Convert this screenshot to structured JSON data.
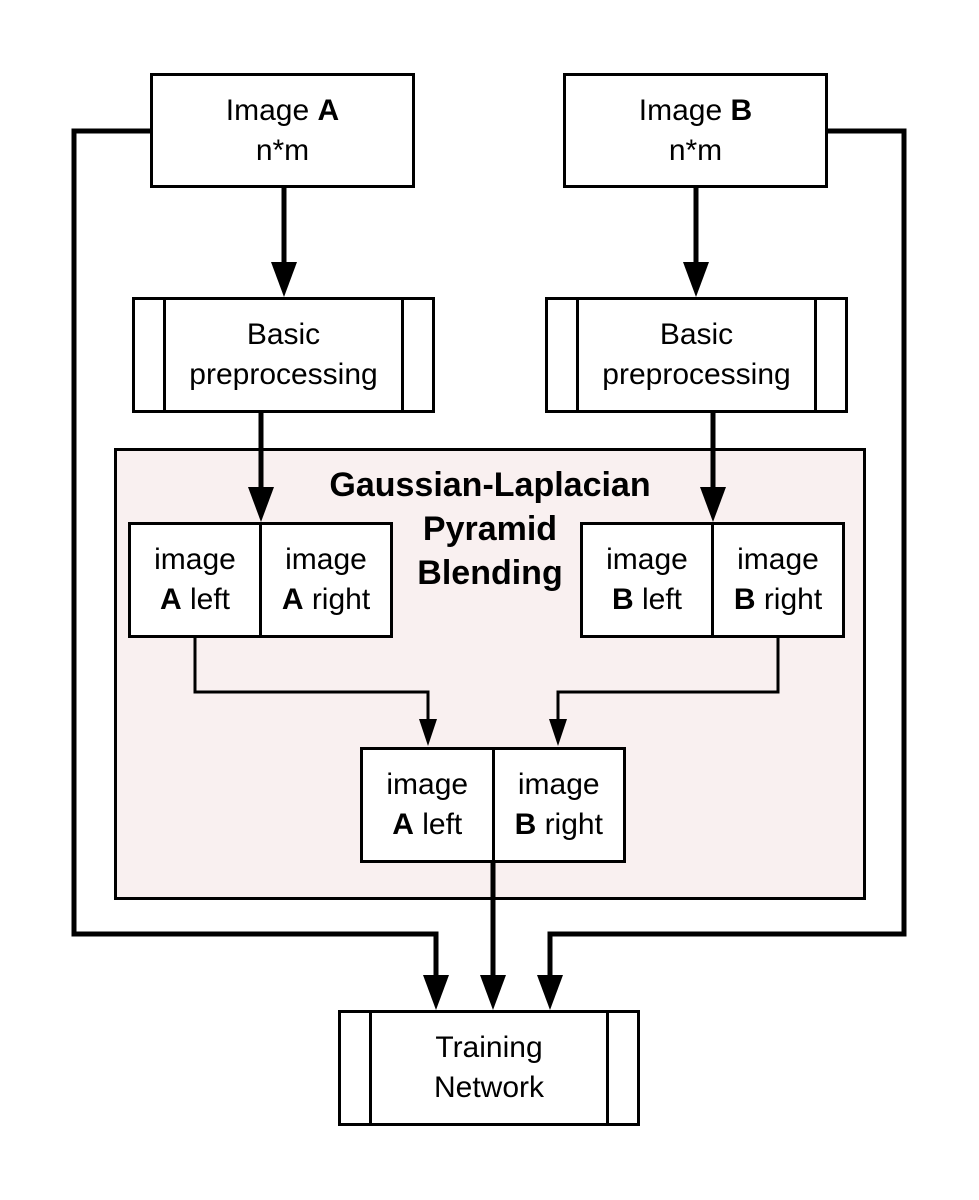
{
  "image_a": {
    "prefix": "Image ",
    "letter": "A",
    "size": "n*m"
  },
  "image_b": {
    "prefix": "Image ",
    "letter": "B",
    "size": "n*m"
  },
  "preprocess_a": {
    "line1": "Basic",
    "line2": "preprocessing"
  },
  "preprocess_b": {
    "line1": "Basic",
    "line2": "preprocessing"
  },
  "blending_group": {
    "line1": "Gaussian-Laplacian",
    "line2": "Pyramid",
    "line3": "Blending"
  },
  "split_a": {
    "left": {
      "word": "image",
      "letter": "A",
      "side": " left"
    },
    "right": {
      "word": "image",
      "letter": "A",
      "side": " right"
    }
  },
  "split_b": {
    "left": {
      "word": "image",
      "letter": "B",
      "side": " left"
    },
    "right": {
      "word": "image",
      "letter": "B",
      "side": " right"
    }
  },
  "merged": {
    "left": {
      "word": "image",
      "letter": "A",
      "side": " left"
    },
    "right": {
      "word": "image",
      "letter": "B",
      "side": " right"
    }
  },
  "training": {
    "line1": "Training",
    "line2": "Network"
  }
}
